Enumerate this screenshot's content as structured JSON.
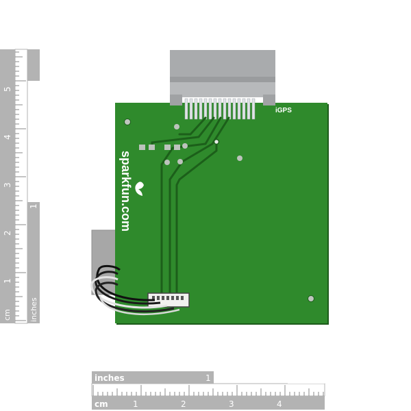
{
  "board": {
    "brand": "sparkfun.com",
    "product_label": "iGPS"
  },
  "rulers": {
    "vertical_cm_label": "cm",
    "vertical_cm_ticks": [
      "1",
      "2",
      "3",
      "4",
      "5"
    ],
    "vertical_inch_label": "inches",
    "vertical_inch_tick": "1",
    "horizontal_inch_label": "inches",
    "horizontal_inch_tick": "1",
    "horizontal_cm_label": "cm",
    "horizontal_cm_ticks": [
      "1",
      "2",
      "3",
      "4"
    ]
  },
  "colors": {
    "pcb": "#2f8a2c",
    "pcb_dark": "#1f6a1e",
    "trace": "#1c5f1a",
    "connector": "#a9abad",
    "ruler": "#b3b3b3",
    "ruler_dark": "#9c9c9c"
  }
}
